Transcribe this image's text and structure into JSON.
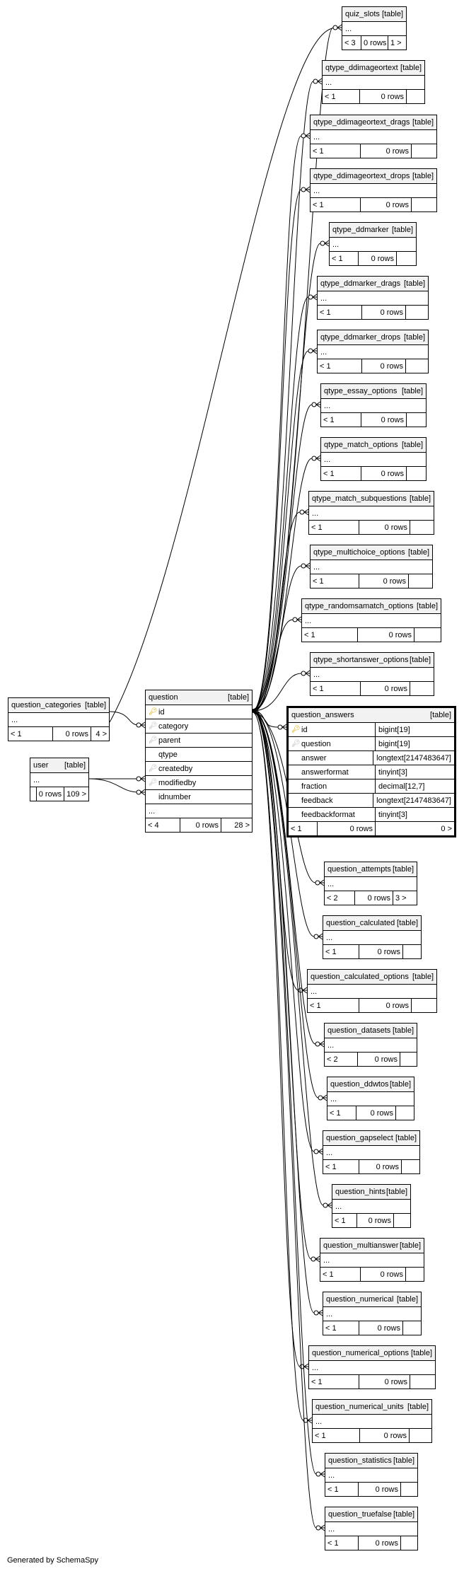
{
  "diagram": {
    "footer": "Generated by SchemaSpy",
    "tables": {
      "quiz_slots": {
        "name": "quiz_slots",
        "tag": "[table]",
        "ellipsis": "...",
        "parents": "< 3",
        "rows": "0 rows",
        "children": "1 >"
      },
      "qtype_ddimageortext": {
        "name": "qtype_ddimageortext",
        "tag": "[table]",
        "ellipsis": "...",
        "parents": "< 1",
        "rows": "0 rows"
      },
      "qtype_ddimageortext_drags": {
        "name": "qtype_ddimageortext_drags",
        "tag": "[table]",
        "ellipsis": "...",
        "parents": "< 1",
        "rows": "0 rows"
      },
      "qtype_ddimageortext_drops": {
        "name": "qtype_ddimageortext_drops",
        "tag": "[table]",
        "ellipsis": "...",
        "parents": "< 1",
        "rows": "0 rows"
      },
      "qtype_ddmarker": {
        "name": "qtype_ddmarker",
        "tag": "[table]",
        "ellipsis": "...",
        "parents": "< 1",
        "rows": "0 rows"
      },
      "qtype_ddmarker_drags": {
        "name": "qtype_ddmarker_drags",
        "tag": "[table]",
        "ellipsis": "...",
        "parents": "< 1",
        "rows": "0 rows"
      },
      "qtype_ddmarker_drops": {
        "name": "qtype_ddmarker_drops",
        "tag": "[table]",
        "ellipsis": "...",
        "parents": "< 1",
        "rows": "0 rows"
      },
      "qtype_essay_options": {
        "name": "qtype_essay_options",
        "tag": "[table]",
        "ellipsis": "...",
        "parents": "< 1",
        "rows": "0 rows"
      },
      "qtype_match_options": {
        "name": "qtype_match_options",
        "tag": "[table]",
        "ellipsis": "...",
        "parents": "< 1",
        "rows": "0 rows"
      },
      "qtype_match_subquestions": {
        "name": "qtype_match_subquestions",
        "tag": "[table]",
        "ellipsis": "...",
        "parents": "< 1",
        "rows": "0 rows"
      },
      "qtype_multichoice_options": {
        "name": "qtype_multichoice_options",
        "tag": "[table]",
        "ellipsis": "...",
        "parents": "< 1",
        "rows": "0 rows"
      },
      "qtype_randomsamatch_options": {
        "name": "qtype_randomsamatch_options",
        "tag": "[table]",
        "ellipsis": "...",
        "parents": "< 1",
        "rows": "0 rows"
      },
      "qtype_shortanswer_options": {
        "name": "qtype_shortanswer_options",
        "tag": "[table]",
        "ellipsis": "...",
        "parents": "< 1",
        "rows": "0 rows"
      },
      "question_attempts": {
        "name": "question_attempts",
        "tag": "[table]",
        "ellipsis": "...",
        "parents": "< 2",
        "rows": "0 rows",
        "children": "3 >"
      },
      "question_calculated": {
        "name": "question_calculated",
        "tag": "[table]",
        "ellipsis": "...",
        "parents": "< 1",
        "rows": "0 rows"
      },
      "question_calculated_options": {
        "name": "question_calculated_options",
        "tag": "[table]",
        "ellipsis": "...",
        "parents": "< 1",
        "rows": "0 rows"
      },
      "question_datasets": {
        "name": "question_datasets",
        "tag": "[table]",
        "ellipsis": "...",
        "parents": "< 2",
        "rows": "0 rows"
      },
      "question_ddwtos": {
        "name": "question_ddwtos",
        "tag": "[table]",
        "ellipsis": "...",
        "parents": "< 1",
        "rows": "0 rows"
      },
      "question_gapselect": {
        "name": "question_gapselect",
        "tag": "[table]",
        "ellipsis": "...",
        "parents": "< 1",
        "rows": "0 rows"
      },
      "question_hints": {
        "name": "question_hints",
        "tag": "[table]",
        "ellipsis": "...",
        "parents": "< 1",
        "rows": "0 rows"
      },
      "question_multianswer": {
        "name": "question_multianswer",
        "tag": "[table]",
        "ellipsis": "...",
        "parents": "< 1",
        "rows": "0 rows"
      },
      "question_numerical": {
        "name": "question_numerical",
        "tag": "[table]",
        "ellipsis": "...",
        "parents": "< 1",
        "rows": "0 rows"
      },
      "question_numerical_options": {
        "name": "question_numerical_options",
        "tag": "[table]",
        "ellipsis": "...",
        "parents": "< 1",
        "rows": "0 rows"
      },
      "question_numerical_units": {
        "name": "question_numerical_units",
        "tag": "[table]",
        "ellipsis": "...",
        "parents": "< 1",
        "rows": "0 rows"
      },
      "question_statistics": {
        "name": "question_statistics",
        "tag": "[table]",
        "ellipsis": "...",
        "parents": "< 1",
        "rows": "0 rows"
      },
      "question_truefalse": {
        "name": "question_truefalse",
        "tag": "[table]",
        "ellipsis": "...",
        "parents": "< 1",
        "rows": "0 rows"
      },
      "question_categories": {
        "name": "question_categories",
        "tag": "[table]",
        "ellipsis": "...",
        "parents": "< 1",
        "rows": "0 rows",
        "children": "4 >"
      },
      "user": {
        "name": "user",
        "tag": "[table]",
        "ellipsis": "...",
        "rows": "0 rows",
        "children": "109 >"
      },
      "question": {
        "name": "question",
        "tag": "[table]",
        "columns": [
          {
            "name": "id",
            "key": "pk"
          },
          {
            "name": "category",
            "key": "fk"
          },
          {
            "name": "parent",
            "key": "fk"
          },
          {
            "name": "qtype",
            "key": "none"
          },
          {
            "name": "createdby",
            "key": "fk"
          },
          {
            "name": "modifiedby",
            "key": "fk"
          },
          {
            "name": "idnumber",
            "key": "none"
          }
        ],
        "ellipsis": "...",
        "parents": "< 4",
        "rows": "0 rows",
        "children": "28 >"
      },
      "question_answers": {
        "name": "question_answers",
        "tag": "[table]",
        "columns": [
          {
            "name": "id",
            "type": "bigint[19]",
            "key": "pk"
          },
          {
            "name": "question",
            "type": "bigint[19]",
            "key": "fk"
          },
          {
            "name": "answer",
            "type": "longtext[2147483647]",
            "key": "none"
          },
          {
            "name": "answerformat",
            "type": "tinyint[3]",
            "key": "none"
          },
          {
            "name": "fraction",
            "type": "decimal[12,7]",
            "key": "none"
          },
          {
            "name": "feedback",
            "type": "longtext[2147483647]",
            "key": "none"
          },
          {
            "name": "feedbackformat",
            "type": "tinyint[3]",
            "key": "none"
          }
        ],
        "parents": "< 1",
        "rows": "0 rows",
        "children": "0 >"
      }
    }
  }
}
